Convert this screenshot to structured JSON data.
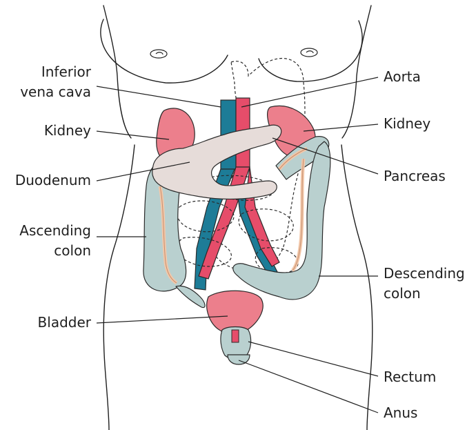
{
  "labels": {
    "ivc_line1": "Inferior",
    "ivc_line2": "vena cava",
    "kidney_left": "Kidney",
    "duodenum": "Duodenum",
    "ascending_line1": "Ascending",
    "ascending_line2": "colon",
    "bladder": "Bladder",
    "aorta": "Aorta",
    "kidney_right": "Kidney",
    "pancreas": "Pancreas",
    "descending_line1": "Descending",
    "descending_line2": "colon",
    "rectum": "Rectum",
    "anus": "Anus"
  },
  "colors": {
    "kidney": "#ec7f8c",
    "aorta": "#e64d6a",
    "vena_cava": "#1d7c97",
    "stomach": "#f7d3d6",
    "colon": "#b9d0cf",
    "pancreas": "#e6dcd9",
    "bladder": "#ec7f8c",
    "vessel_tan": "#f2c7a9"
  }
}
